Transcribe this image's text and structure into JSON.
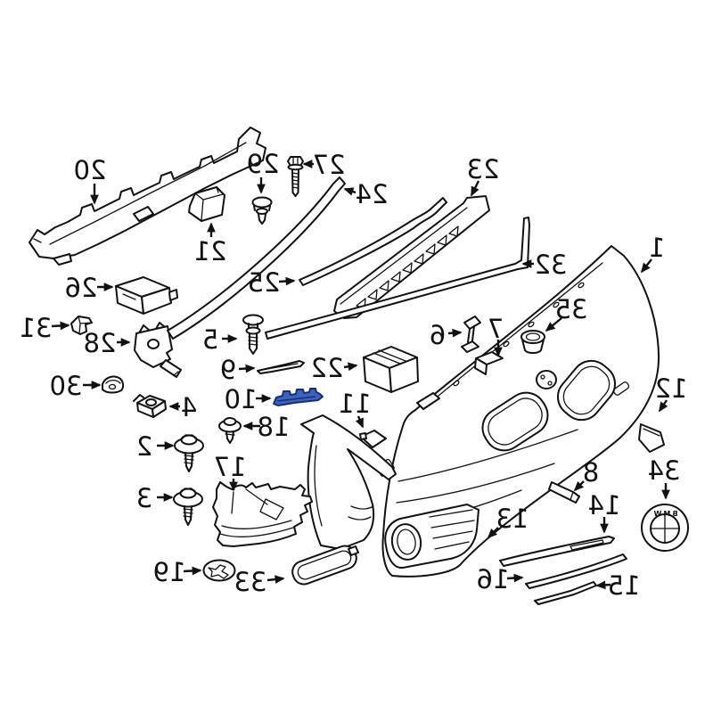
{
  "diagram": {
    "background": "#ffffff",
    "line_color": "#111111",
    "mirrored_text": true,
    "highlighted_part": {
      "number": "10",
      "fill": "#3a63c4",
      "stroke": "#1b2e66"
    },
    "emblem": {
      "text": "BMW"
    },
    "callouts": {
      "p1": "1",
      "p2": "2",
      "p3": "3",
      "p4": "4",
      "p5": "5",
      "p6": "6",
      "p7": "7",
      "p8": "8",
      "p9": "9",
      "p10": "10",
      "p11": "11",
      "p12": "12",
      "p13": "13",
      "p14": "14",
      "p15": "15",
      "p16": "16",
      "p17": "17",
      "p18": "18",
      "p19": "19",
      "p20": "20",
      "p21": "21",
      "p22": "22",
      "p23": "23",
      "p24": "24",
      "p25": "25",
      "p26": "26",
      "p27": "27",
      "p28": "28",
      "p29": "29",
      "p30": "30",
      "p31": "31",
      "p32": "32",
      "p33": "33",
      "p34": "34",
      "p35": "35"
    }
  }
}
